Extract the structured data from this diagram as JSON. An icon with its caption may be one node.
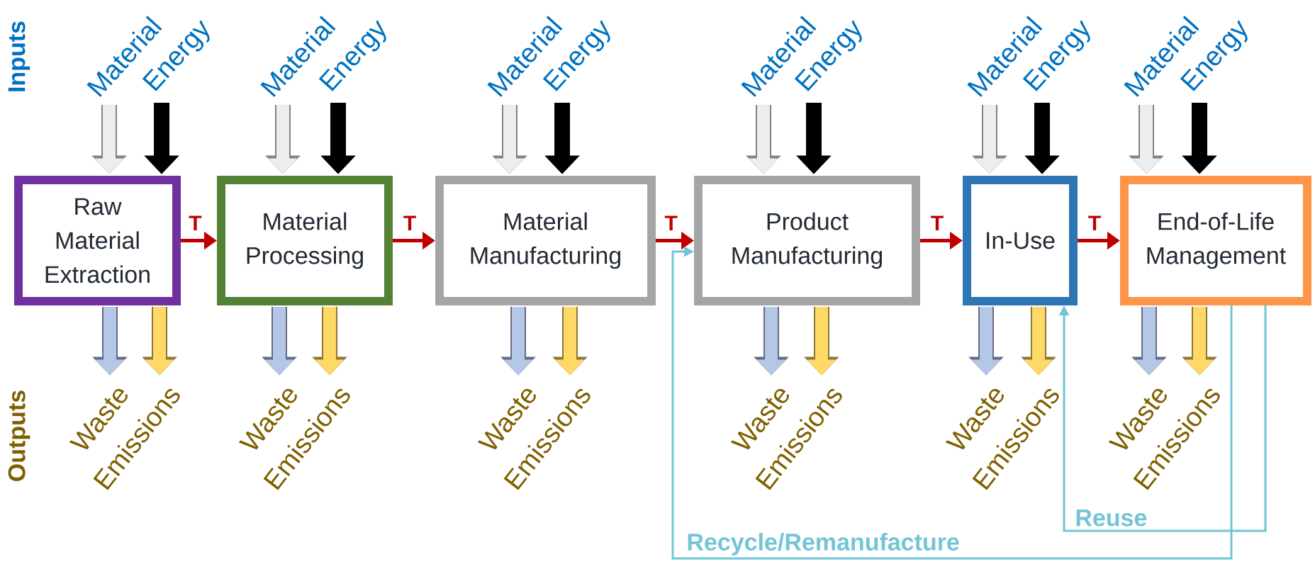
{
  "diagram": {
    "nodes": [
      {
        "text": [
          "Material"
        ]
      },
      {
        "text": [
          "Energy"
        ]
      },
      {
        "text": [
          "Material"
        ]
      },
      {
        "text": [
          "Energy"
        ]
      },
      {
        "text": [
          "Material"
        ]
      },
      {
        "text": [
          "Energy"
        ]
      },
      {
        "text": [
          "Material"
        ]
      },
      {
        "text": [
          "Energy"
        ]
      },
      {
        "text": [
          "Material"
        ]
      },
      {
        "text": [
          "Energy"
        ]
      },
      {
        "text": [
          "Material"
        ]
      },
      {
        "text": [
          "Energy"
        ]
      },
      {
        "text": [
          "Raw Material Extraction"
        ]
      },
      {
        "text": [
          "Material Processing"
        ]
      },
      {
        "text": [
          "Material Manufacturing"
        ]
      },
      {
        "text": [
          "Product Manufacturing"
        ]
      },
      {
        "text": [
          "In-Use"
        ]
      },
      {
        "text": [
          "End-of-Life Management"
        ]
      },
      {
        "text": [
          "Waste"
        ]
      },
      {
        "text": [
          "Emissions"
        ]
      },
      {
        "text": [
          "Waste"
        ]
      },
      {
        "text": [
          "Emissions"
        ]
      },
      {
        "text": [
          "Waste"
        ]
      },
      {
        "text": [
          "Emissions"
        ]
      },
      {
        "text": [
          "Waste"
        ]
      },
      {
        "text": [
          "Emissions"
        ]
      },
      {
        "text": [
          "Waste"
        ]
      },
      {
        "text": [
          "Emissions"
        ]
      },
      {
        "text": [
          "Waste"
        ]
      },
      {
        "text": [
          "Emissions"
        ]
      }
    ],
    "edges": [
      {
        "from": 0,
        "to": 12,
        "arrow": "to",
        "color": "#ededed"
      },
      {
        "from": 1,
        "to": 12,
        "arrow": "to",
        "color": "#000000"
      },
      {
        "from": 12,
        "to": 18,
        "arrow": "to",
        "color": "#b4c7e7"
      },
      {
        "from": 12,
        "to": 19,
        "arrow": "to",
        "color": "#ffd966"
      },
      {
        "from": 2,
        "to": 13,
        "arrow": "to",
        "color": "#ededed"
      },
      {
        "from": 3,
        "to": 13,
        "arrow": "to",
        "color": "#000000"
      },
      {
        "from": 13,
        "to": 20,
        "arrow": "to",
        "color": "#b4c7e7"
      },
      {
        "from": 13,
        "to": 21,
        "arrow": "to",
        "color": "#ffd966"
      },
      {
        "from": 4,
        "to": 14,
        "arrow": "to",
        "color": "#ededed"
      },
      {
        "from": 5,
        "to": 14,
        "arrow": "to",
        "color": "#000000"
      },
      {
        "from": 14,
        "to": 22,
        "arrow": "to",
        "color": "#b4c7e7"
      },
      {
        "from": 14,
        "to": 23,
        "arrow": "to",
        "color": "#ffd966"
      },
      {
        "from": 6,
        "to": 15,
        "arrow": "to",
        "color": "#ededed"
      },
      {
        "from": 7,
        "to": 15,
        "arrow": "to",
        "color": "#000000"
      },
      {
        "from": 15,
        "to": 24,
        "arrow": "to",
        "color": "#b4c7e7"
      },
      {
        "from": 15,
        "to": 25,
        "arrow": "to",
        "color": "#ffd966"
      },
      {
        "from": 8,
        "to": 16,
        "arrow": "to",
        "color": "#ededed"
      },
      {
        "from": 9,
        "to": 16,
        "arrow": "to",
        "color": "#000000"
      },
      {
        "from": 16,
        "to": 26,
        "arrow": "to",
        "color": "#b4c7e7"
      },
      {
        "from": 16,
        "to": 27,
        "arrow": "to",
        "color": "#ffd966"
      },
      {
        "from": 10,
        "to": 17,
        "arrow": "to",
        "color": "#ededed"
      },
      {
        "from": 11,
        "to": 17,
        "arrow": "to",
        "color": "#000000"
      },
      {
        "from": 17,
        "to": 28,
        "arrow": "to",
        "color": "#b4c7e7"
      },
      {
        "from": 17,
        "to": 29,
        "arrow": "to",
        "color": "#ffd966"
      },
      {
        "from": 12,
        "to": 13,
        "arrow": "to",
        "label": "T",
        "color": "#c00000"
      },
      {
        "from": 13,
        "to": 14,
        "arrow": "to",
        "label": "T",
        "color": "#c00000"
      },
      {
        "from": 14,
        "to": 15,
        "arrow": "to",
        "label": "T",
        "color": "#c00000"
      },
      {
        "from": 15,
        "to": 16,
        "arrow": "to",
        "label": "T",
        "color": "#c00000"
      },
      {
        "from": 16,
        "to": 17,
        "arrow": "to",
        "label": "T",
        "color": "#c00000"
      },
      {
        "from": 17,
        "to": 16,
        "arrow": "to",
        "label": "Reuse",
        "color": "#72c4d6"
      },
      {
        "from": 17,
        "to": 15,
        "arrow": "to",
        "label": "Recycle/Remanufacture",
        "color": "#72c4d6"
      }
    ],
    "labels": [
      "Inputs",
      "Outputs"
    ]
  }
}
